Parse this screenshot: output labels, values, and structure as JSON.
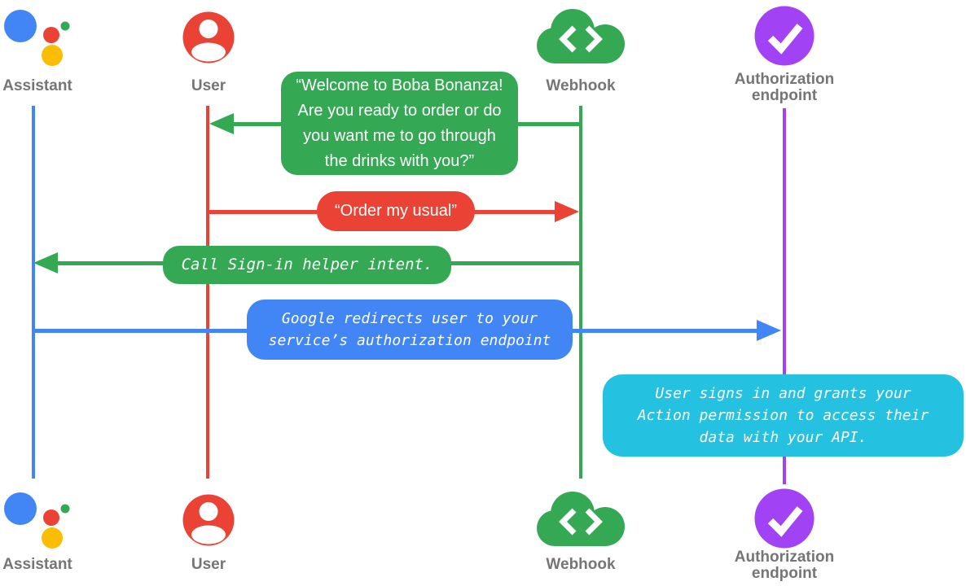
{
  "diagram_type": "sequence-flow",
  "colors": {
    "assistant_blue": "#4285F4",
    "user_red": "#EA4335",
    "webhook_green": "#34A853",
    "auth_purple": "#A142F4",
    "note_cyan": "#24C1E0",
    "assistant_logo_yellow": "#FBBC04",
    "label_gray": "#757575"
  },
  "actors": [
    {
      "id": "assistant",
      "label": "Assistant",
      "icon": "google-assistant-icon"
    },
    {
      "id": "user",
      "label": "User",
      "icon": "person-icon"
    },
    {
      "id": "webhook",
      "label": "Webhook",
      "icon": "cloud-code-icon"
    },
    {
      "id": "auth",
      "label": "Authorization endpoint",
      "icon": "check-circle-icon"
    }
  ],
  "messages": {
    "welcome": {
      "from": "Webhook",
      "to": "User",
      "color": "#34A853",
      "text": "“Welcome to Boba Bonanza! Are you ready to order or do you want me to go through the drinks with you?”"
    },
    "order": {
      "from": "User",
      "to": "Webhook",
      "color": "#EA4335",
      "text": "“Order my usual”"
    },
    "signin": {
      "from": "Webhook",
      "to": "Assistant",
      "color": "#34A853",
      "text": "Call Sign-in helper intent."
    },
    "redirect": {
      "from": "Assistant",
      "to": "Authorization endpoint",
      "color": "#4285F4",
      "text": "Google redirects user to your service’s authorization endpoint"
    },
    "note": {
      "anchor": "Authorization endpoint",
      "color": "#24C1E0",
      "text": "User signs in and grants your Action permission to access their data with your API."
    }
  }
}
